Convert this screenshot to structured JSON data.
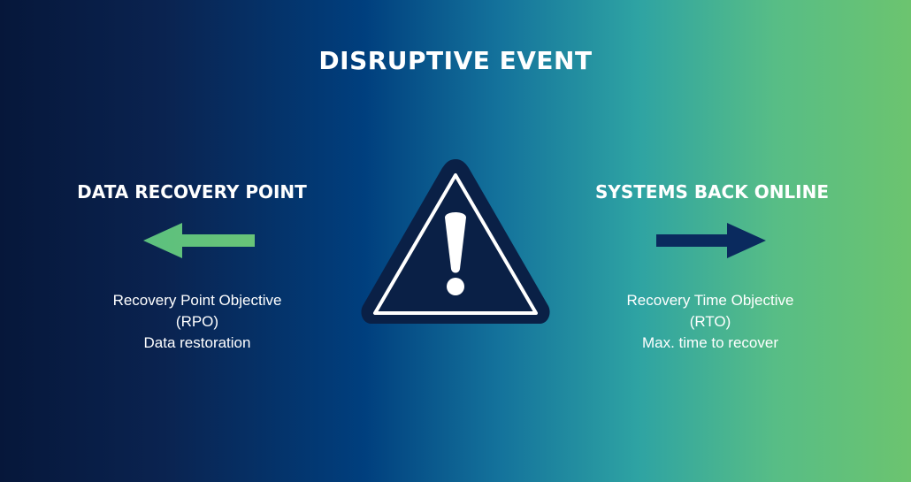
{
  "title": "DISRUPTIVE EVENT",
  "left": {
    "heading": "DATA RECOVERY POINT",
    "arrow_icon": "arrow-left-icon",
    "arrow_color": "#5cc07e",
    "lines": [
      "Recovery Point Objective",
      "(RPO)",
      "Data restoration"
    ]
  },
  "right": {
    "heading": "SYSTEMS BACK ONLINE",
    "arrow_icon": "arrow-right-icon",
    "arrow_color": "#0a2a5e",
    "lines": [
      "Recovery Time Objective",
      "(RTO)",
      "Max. time to recover"
    ]
  },
  "center_icon": "warning-triangle-icon",
  "colors": {
    "triangle_fill": "#0a2046",
    "triangle_stroke": "#ffffff",
    "text": "#ffffff"
  }
}
